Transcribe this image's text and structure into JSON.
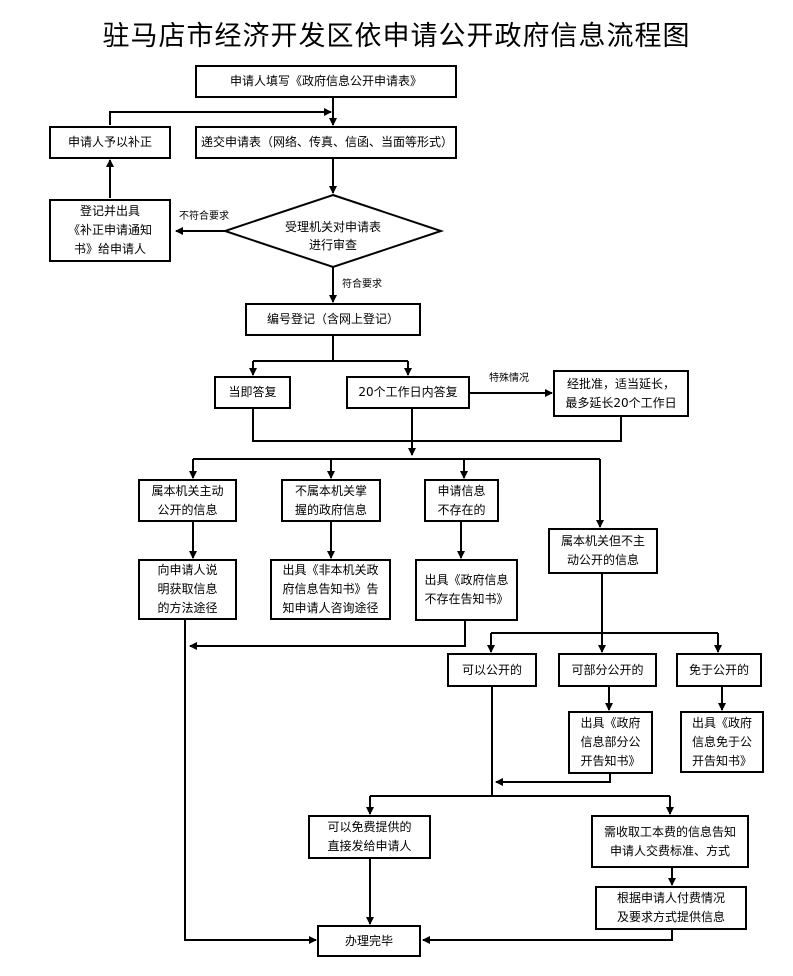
{
  "title": "驻马店市经济开发区依申请公开政府信息流程图",
  "nodes": {
    "fill_form": "申请人填写《政府信息公开申请表》",
    "submit_form": "递交申请表（网络、传真、信函、当面等形式）",
    "supplement": "申请人予以补正",
    "issue_notice": [
      "登记并出具",
      "《补正申请通知",
      "书》给申请人"
    ],
    "review": [
      "受理机关对申请表",
      "进行审查"
    ],
    "register": "编号登记（含网上登记）",
    "immediate_reply": "当即答复",
    "reply_20_days": "20个工作日内答复",
    "extension": [
      "经批准，适当延长，",
      "最多延长20个工作日"
    ],
    "active_public": [
      "属本机关主动",
      "公开的信息"
    ],
    "not_this_agency": [
      "不属本机关掌",
      "握的政府信息"
    ],
    "not_exist": [
      "申请信息",
      "不存在的"
    ],
    "not_active_public": [
      "属本机关但不主",
      "动公开的信息"
    ],
    "explain_method": [
      "向申请人说",
      "明获取信息",
      "的方法途径"
    ],
    "issue_not_this_agency": [
      "出具《非本机关政",
      "府信息告知书》告",
      "知申请人咨询途径"
    ],
    "issue_not_exist": [
      "出具《政府信息",
      "不存在告知书》"
    ],
    "can_disclose": "可以公开的",
    "partial_disclose": "可部分公开的",
    "exempt_disclose": "免于公开的",
    "issue_partial": [
      "出具《政府",
      "信息部分公",
      "开告知书》"
    ],
    "issue_exempt": [
      "出具《政府",
      "信息免于公",
      "开告知书》"
    ],
    "free_provide": [
      "可以免费提供的",
      "直接发给申请人"
    ],
    "fee_notice": [
      "需收取工本费的信息告知",
      "申请人交费标准、方式"
    ],
    "provide_after_payment": [
      "根据申请人付费情况",
      "及要求方式提供信息"
    ],
    "done": "办理完毕"
  },
  "edge_labels": {
    "not_meet": "不符合要求",
    "meet": "符合要求",
    "special": "特殊情况"
  }
}
